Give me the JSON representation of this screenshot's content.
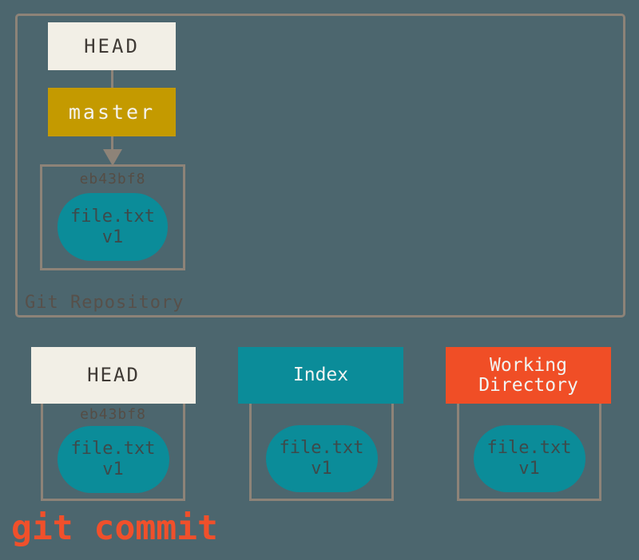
{
  "repository": {
    "label": "Git Repository",
    "head_label": "HEAD",
    "branch_label": "master",
    "commit": {
      "hash": "eb43bf8",
      "file": "file.txt",
      "version": "v1"
    }
  },
  "areas": [
    {
      "title": "HEAD",
      "hash": "eb43bf8",
      "file": "file.txt",
      "version": "v1"
    },
    {
      "title": "Index",
      "file": "file.txt",
      "version": "v1"
    },
    {
      "title": "Working Directory",
      "file": "file.txt",
      "version": "v1"
    }
  ],
  "caption": {
    "text": "git commit"
  },
  "colors": {
    "background": "#4c666e",
    "panel_border": "#8d8378",
    "teal": "#0b8c99",
    "gold": "#c49a00",
    "cream": "#f2efe6",
    "orange_red": "#f04e26",
    "caption_red": "#f0502b",
    "dark_text": "#3f3a35",
    "muted_text": "#554d45"
  }
}
